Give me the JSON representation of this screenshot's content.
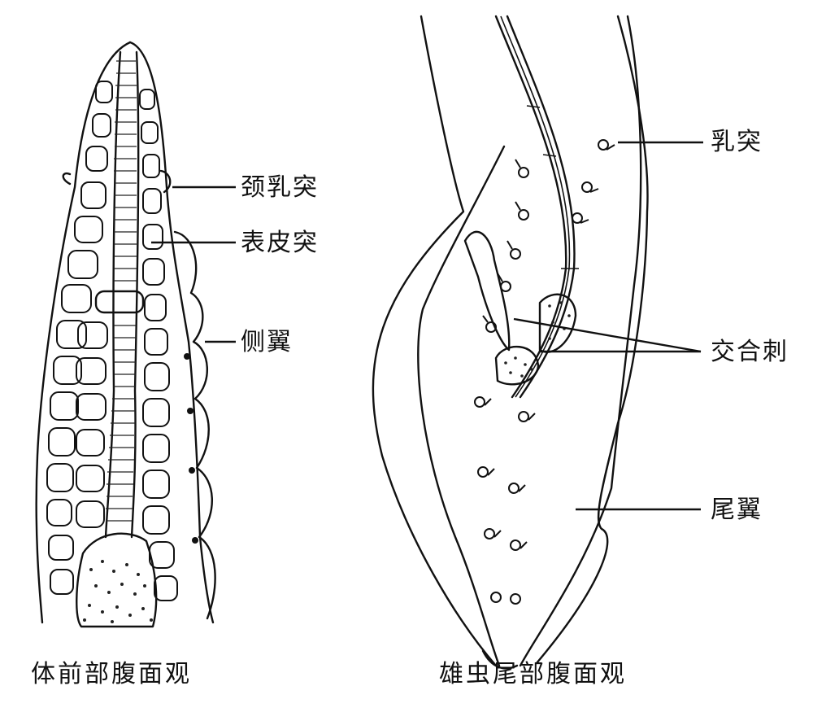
{
  "left_figure": {
    "labels": {
      "cervical_papilla": "颈乳突",
      "cuticular_process": "表皮突",
      "lateral_ala": "侧翼"
    },
    "caption": "体前部腹面观"
  },
  "right_figure": {
    "labels": {
      "papillae": "乳突",
      "spicules": "交合刺",
      "caudal_ala": "尾翼"
    },
    "caption": "雄虫尾部腹面观"
  },
  "colors": {
    "ink": "#111111",
    "background": "#ffffff"
  }
}
